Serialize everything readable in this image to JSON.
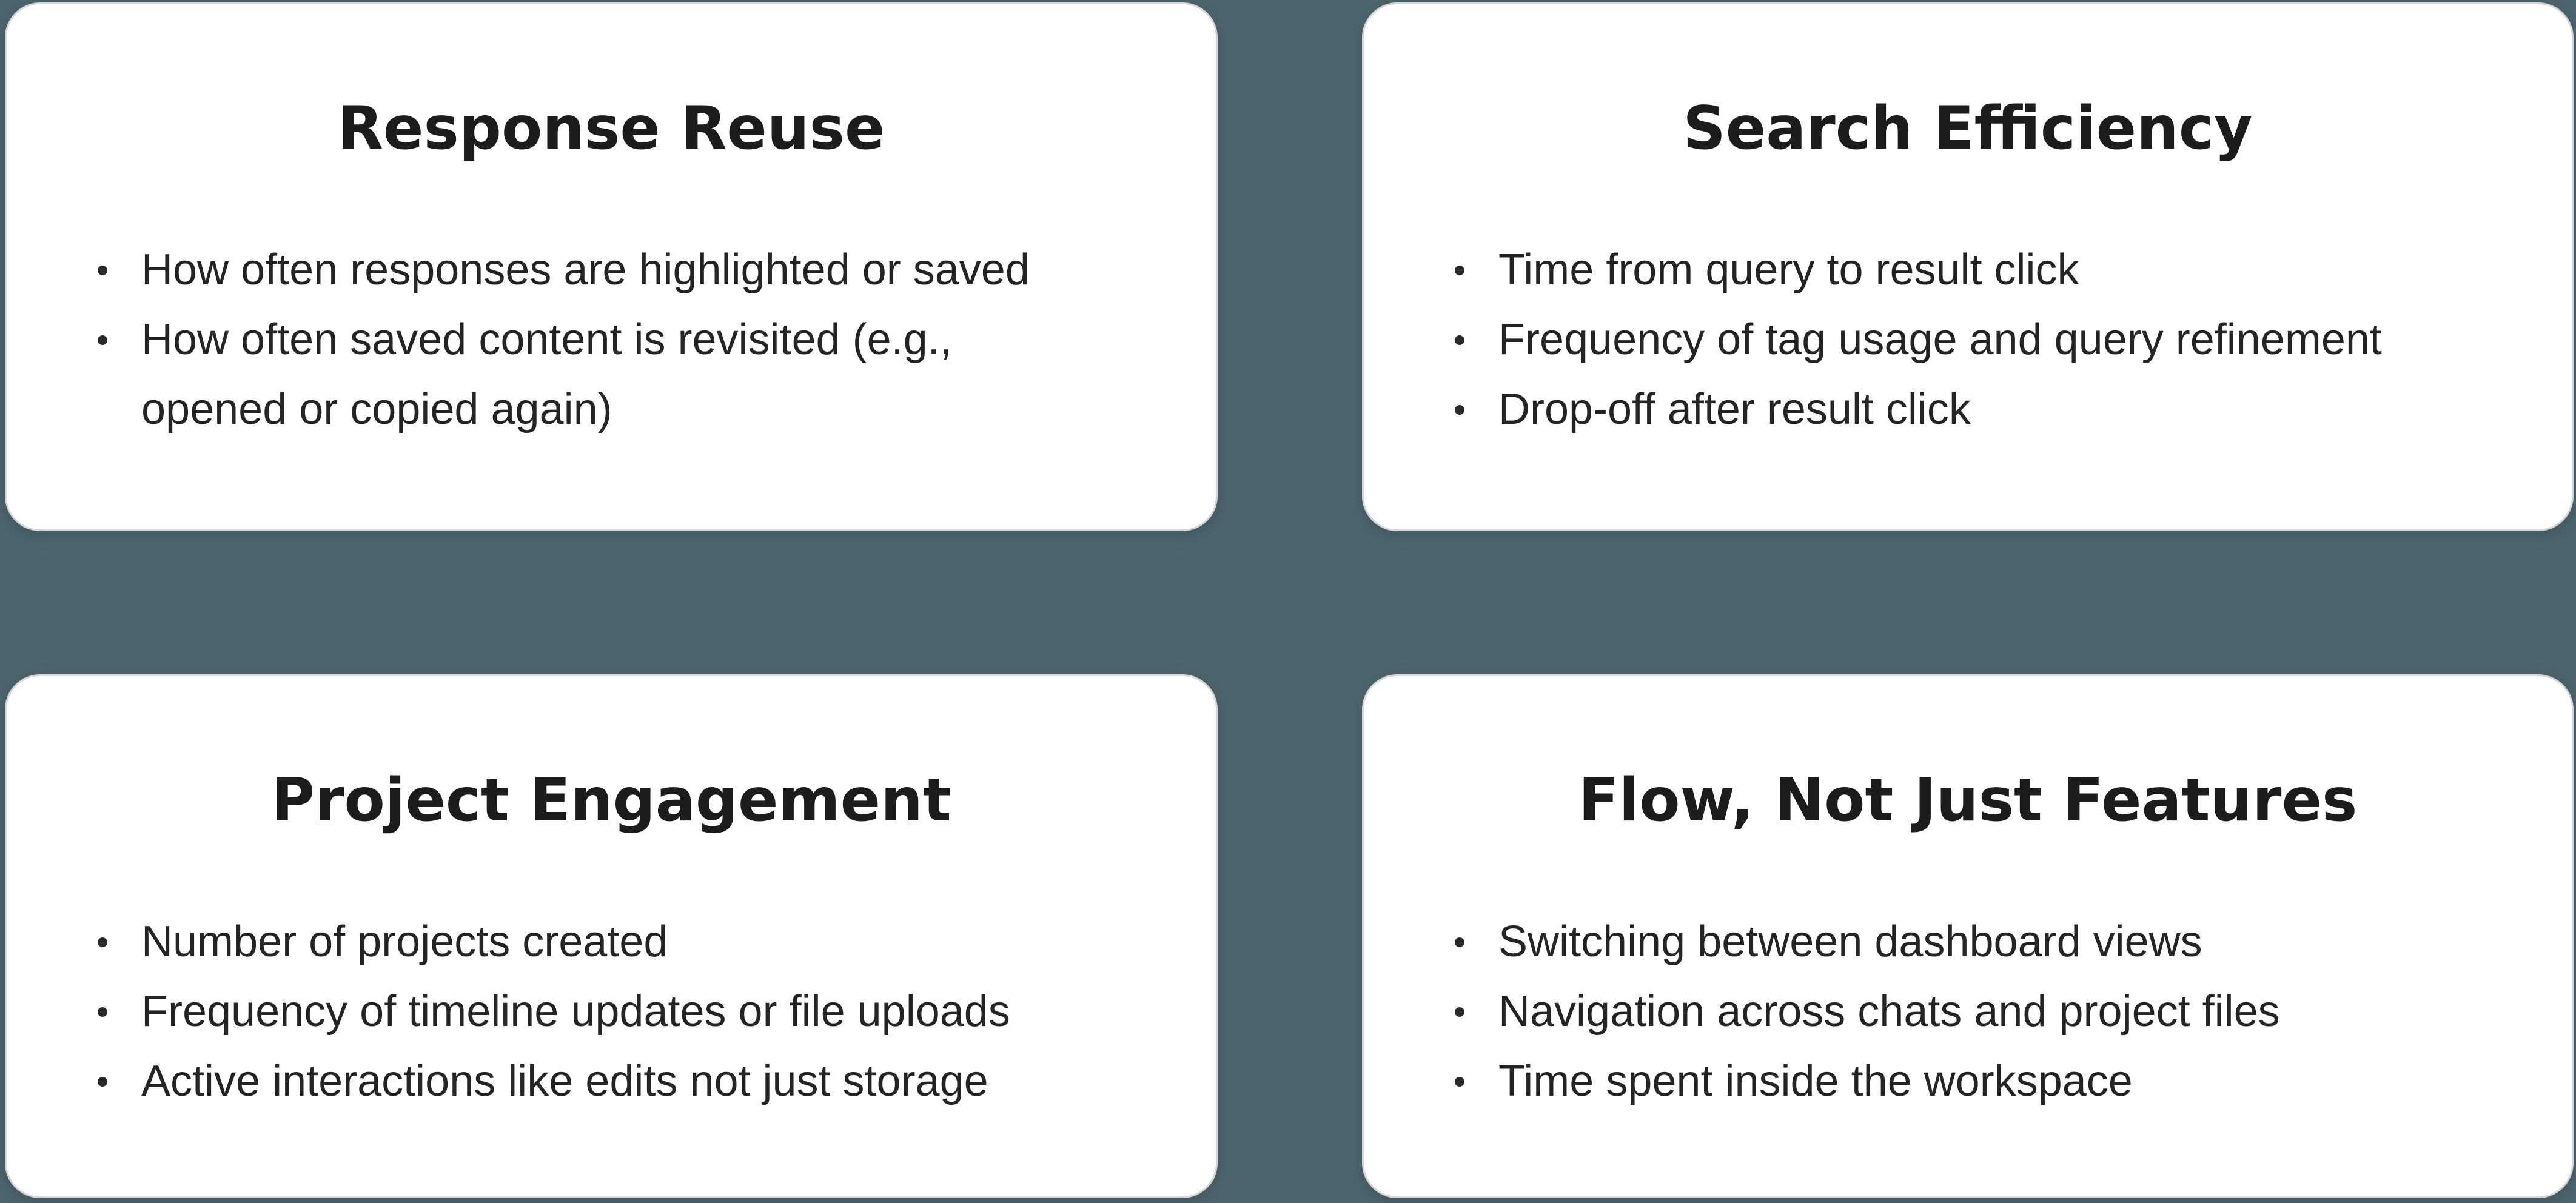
{
  "colors": {
    "background": "#4d656e",
    "card_background": "#ffffff",
    "card_border": "#d6d6d6",
    "title_text": "#1c1c1c",
    "body_text": "#242424",
    "bullet_dot": "#2a2a2a"
  },
  "cards": [
    {
      "id": "response-reuse",
      "title": "Response Reuse",
      "bullets": [
        "How often responses are highlighted or saved",
        "How often saved content is revisited (e.g.,\nopened or copied again)"
      ]
    },
    {
      "id": "search-efficiency",
      "title": "Search Efficiency",
      "bullets": [
        "Time from query to result click",
        "Frequency of tag usage and query refinement",
        "Drop-off after result click"
      ]
    },
    {
      "id": "project-engagement",
      "title": "Project Engagement",
      "bullets": [
        "Number of projects created",
        "Frequency of timeline updates or file uploads",
        "Active interactions like edits not just storage"
      ]
    },
    {
      "id": "flow-not-just-features",
      "title": "Flow, Not Just Features",
      "bullets": [
        "Switching between dashboard views",
        "Navigation across chats and project files",
        "Time spent inside the workspace"
      ]
    }
  ]
}
